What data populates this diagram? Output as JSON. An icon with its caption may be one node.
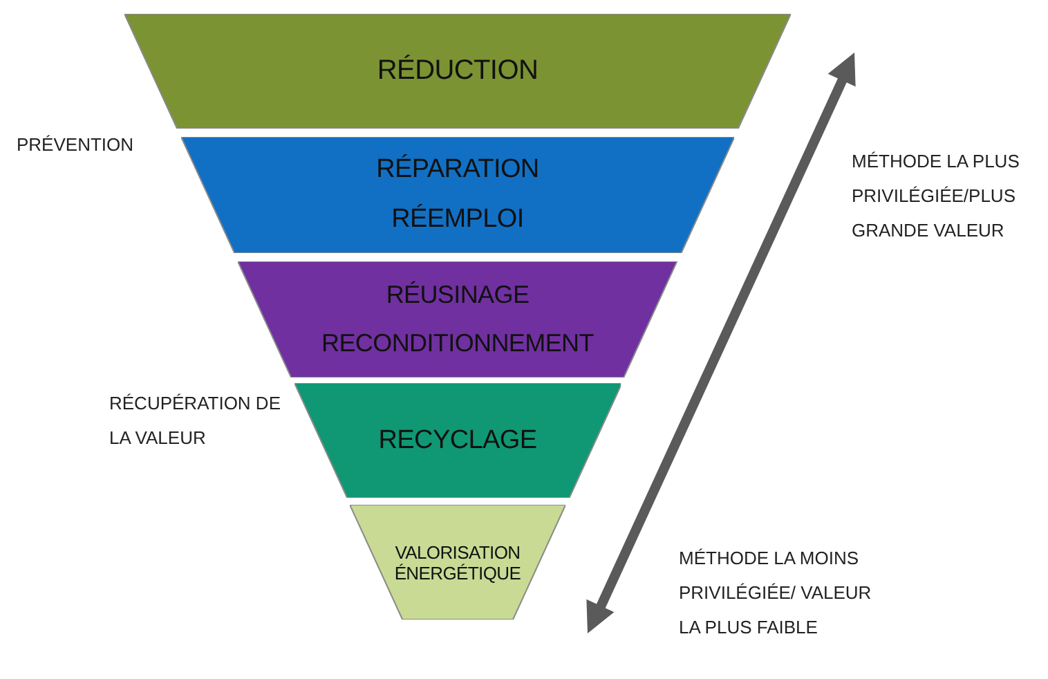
{
  "diagram": {
    "nodes": [
      {
        "text": [
          "RÉDUCTION"
        ]
      },
      {
        "text": [
          "RÉPARATION",
          "RÉEMPLOI"
        ]
      },
      {
        "text": [
          "RÉUSINAGE",
          "RECONDITIONNEMENT"
        ]
      },
      {
        "text": [
          "RECYCLAGE"
        ]
      },
      {
        "text": [
          "VALORISATION ÉNERGÉTIQUE"
        ]
      }
    ],
    "labels": [
      "PRÉVENTION",
      "MÉTHODE LA PLUS PRIVILÉGIÉE/PLUS GRANDE VALEUR",
      "RÉCUPÉRATION DE LA VALEUR",
      "MÉTHODE LA MOINS PRIVILÉGIÉE/ VALEUR LA PLUS FAIBLE"
    ]
  }
}
